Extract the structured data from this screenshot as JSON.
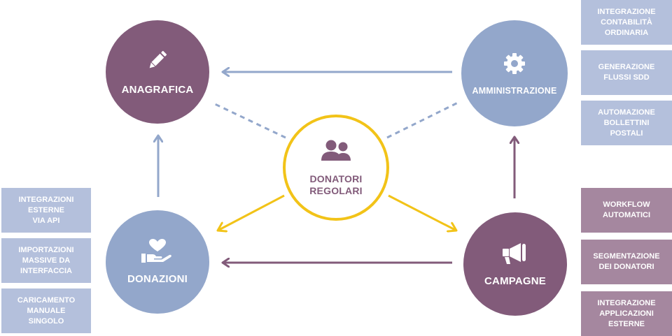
{
  "colors": {
    "mauve": "#825b7a",
    "blue": "#93a7cb",
    "yellow": "#f2c318",
    "box_blue": "#b4c0dc",
    "box_mauve": "#a5879f"
  },
  "nodes": {
    "anagrafica": {
      "label": "ANAGRAFICA",
      "icon": "pencil-icon"
    },
    "amministrazione": {
      "label": "AMMINISTRAZIONE",
      "icon": "gear-icon"
    },
    "donazioni": {
      "label": "DONAZIONI",
      "icon": "heart-hand-icon"
    },
    "campagne": {
      "label": "CAMPAGNE",
      "icon": "megaphone-icon"
    },
    "center": {
      "label": "DONATORI\nREGOLARI",
      "icon": "people-icon"
    }
  },
  "left_boxes": [
    {
      "label": "INTEGRAZIONI\nESTERNE\nVIA API"
    },
    {
      "label": "IMPORTAZIONI\nMASSIVE DA\nINTERFACCIA"
    },
    {
      "label": "CARICAMENTO\nMANUALE\nSINGOLO"
    }
  ],
  "top_right_boxes": [
    {
      "label": "INTEGRAZIONE\nCONTABILITÀ\nORDINARIA"
    },
    {
      "label": "GENERAZIONE\nFLUSSI SDD"
    },
    {
      "label": "AUTOMAZIONE\nBOLLETTINI\nPOSTALI"
    }
  ],
  "bottom_right_boxes": [
    {
      "label": "WORKFLOW\nAUTOMATICI"
    },
    {
      "label": "SEGMENTAZIONE\nDEI DONATORI"
    },
    {
      "label": "INTEGRAZIONE\nAPPLICAZIONI\nESTERNE"
    }
  ]
}
